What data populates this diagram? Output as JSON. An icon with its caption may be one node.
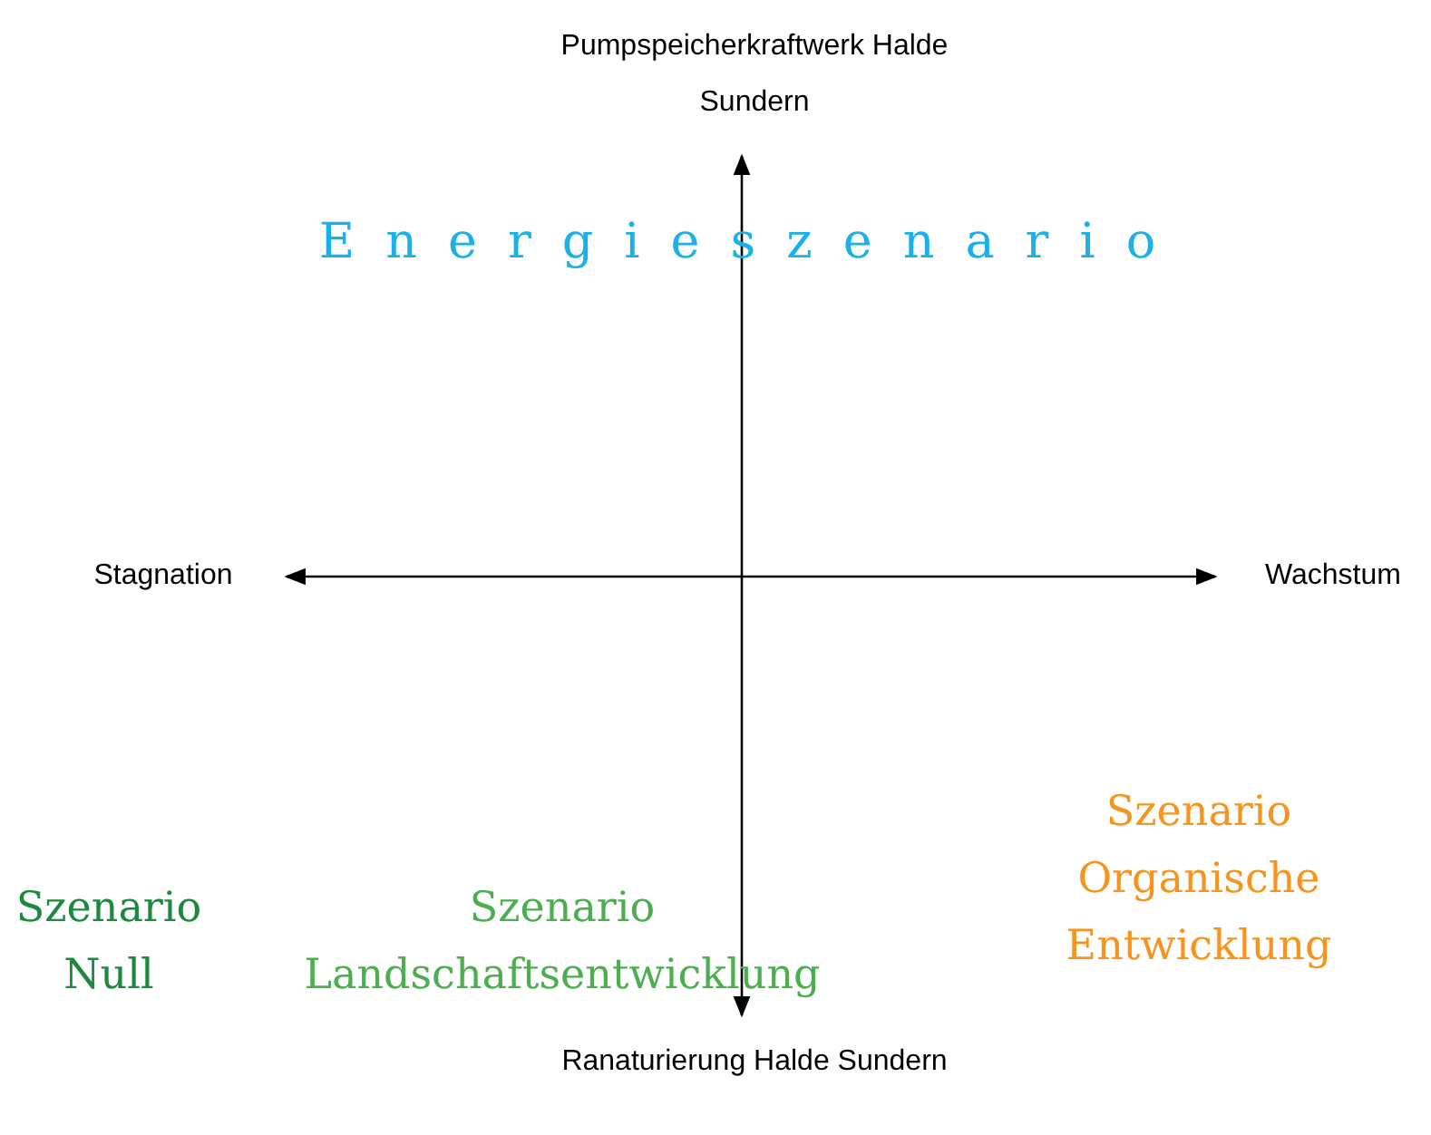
{
  "diagram": {
    "title": "Energieszenario",
    "labels": [
      "Pumpspeicherkraftwerk Halde Sundern",
      "Stagnation",
      "Wachstum",
      "Szenario Organische Entwicklung",
      "Szenario Null",
      "Szenario Landschaftsentwicklung",
      "Ranaturierung Halde Sundern"
    ]
  }
}
